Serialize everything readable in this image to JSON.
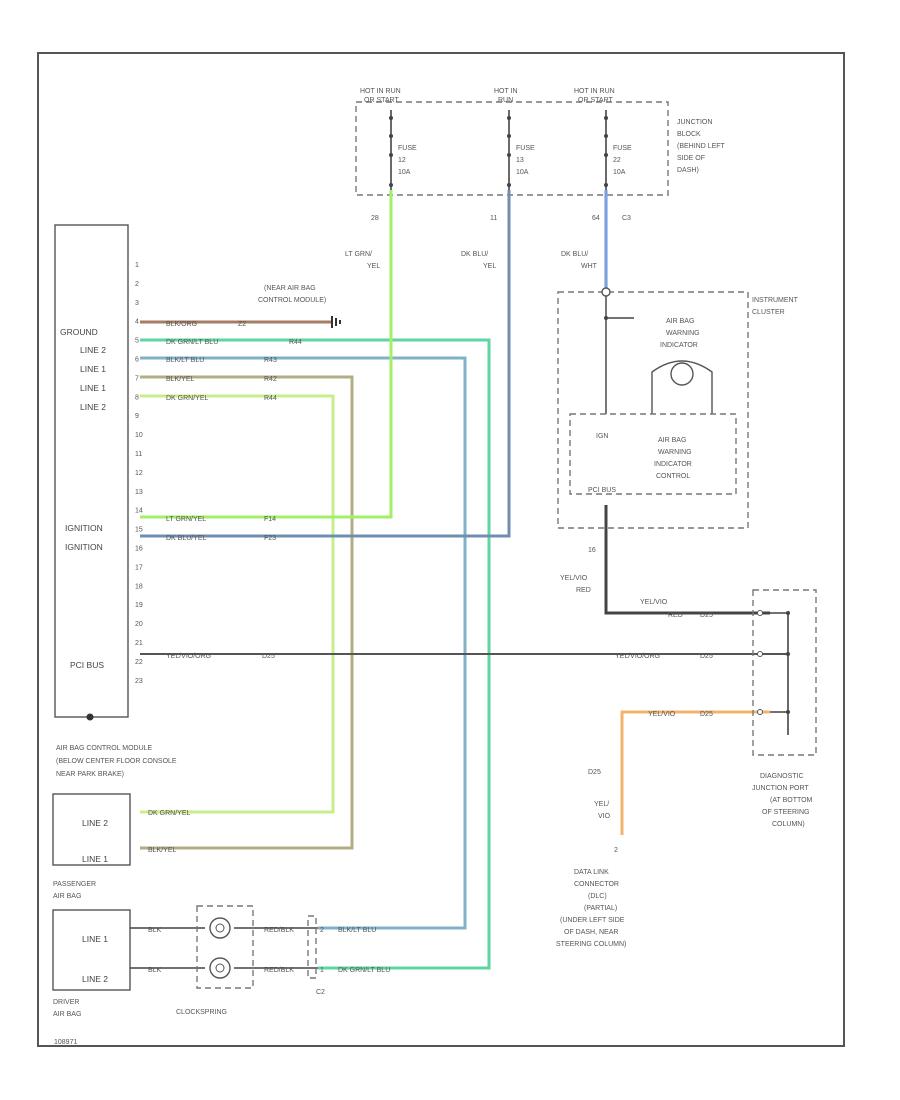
{
  "colors": {
    "wire_brown": "#a67c63",
    "wire_green_light": "#a3dd66",
    "wire_blue_teal": "#7fb2c8",
    "wire_olive": "#b3ad86",
    "wire_lime": "#cfee7a",
    "wire_green": "#5fd55f",
    "wire_steel": "#6f8fb0",
    "wire_blue": "#7f9fe0",
    "wire_dark": "#555555",
    "wire_orange": "#f2b46a",
    "frame": "#555555"
  },
  "junction_block": {
    "label": [
      "JUNCTION",
      "BLOCK",
      "(BEHIND LEFT",
      "SIDE OF",
      "DASH)"
    ],
    "fuses": [
      {
        "top": [
          "HOT IN RUN",
          "OR START"
        ],
        "label": [
          "FUSE",
          "12",
          "10A"
        ],
        "pin": "28",
        "wire": [
          "LT GRN/",
          "YEL"
        ]
      },
      {
        "top": [
          "HOT IN",
          "RUN"
        ],
        "label": [
          "FUSE",
          "13",
          "10A"
        ],
        "pin": "11",
        "wire": [
          "DK BLU/",
          "YEL"
        ]
      },
      {
        "top": [
          "HOT IN RUN",
          "OR START"
        ],
        "label": [
          "FUSE",
          "22",
          "10A"
        ],
        "pin": "64",
        "conn": "C3",
        "wire": [
          "DK BLU/",
          "WHT"
        ]
      }
    ]
  },
  "ground_note": [
    "(NEAR AIR BAG",
    "CONTROL MODULE)"
  ],
  "control_module": {
    "caption": [
      "AIR BAG CONTROL MODULE",
      "(BELOW CENTER FLOOR CONSOLE",
      "NEAR PARK BRAKE)"
    ],
    "pins": [
      "1",
      "2",
      "3",
      "4",
      "5",
      "6",
      "7",
      "8",
      "9",
      "10",
      "11",
      "12",
      "13",
      "14",
      "15",
      "16",
      "17",
      "18",
      "19",
      "20",
      "21",
      "22",
      "23"
    ],
    "functions": [
      {
        "pin": "4",
        "text": "GROUND"
      },
      {
        "pin": "5",
        "text": "LINE 2"
      },
      {
        "pin": "6",
        "text": "LINE 1"
      },
      {
        "pin": "7",
        "text": "LINE 1"
      },
      {
        "pin": "8",
        "text": "LINE 2"
      },
      {
        "pin": "14",
        "text": "IGNITION"
      },
      {
        "pin": "15",
        "text": "IGNITION"
      },
      {
        "pin": "21",
        "text": "PCI BUS"
      }
    ],
    "wires": [
      {
        "pin": "4",
        "color": "BLK/ORG",
        "circuit": "Z2"
      },
      {
        "pin": "5",
        "color": "DK GRN/LT BLU",
        "circuit": "R44"
      },
      {
        "pin": "6",
        "color": "BLK/LT BLU",
        "circuit": "R43"
      },
      {
        "pin": "7",
        "color": "BLK/YEL",
        "circuit": "R42"
      },
      {
        "pin": "8",
        "color": "DK GRN/YEL",
        "circuit": "R44"
      },
      {
        "pin": "14",
        "color": "LT GRN/YEL",
        "circuit": "F14"
      },
      {
        "pin": "15",
        "color": "DK BLU/YEL",
        "circuit": "F23"
      },
      {
        "pin": "21",
        "color": "YEL/VIO/ORG",
        "circuit": "D25"
      }
    ]
  },
  "passenger_airbag": {
    "caption": [
      "PASSENGER",
      "AIR BAG"
    ],
    "lines": [
      "LINE 2",
      "LINE 1"
    ],
    "wires": [
      "DK GRN/YEL",
      "BLK/YEL"
    ]
  },
  "driver_airbag": {
    "caption": [
      "DRIVER",
      "AIR BAG"
    ],
    "lines": [
      "LINE 1",
      "LINE 2"
    ],
    "stub": [
      "BLK",
      "BLK"
    ],
    "clockspring_out": [
      "RED/BLK",
      "RED/BLK"
    ],
    "pins": [
      "2",
      "1"
    ],
    "wires": [
      "BLK/LT BLU",
      "DK GRN/LT BLU"
    ],
    "conn": "C2"
  },
  "clockspring": "CLOCKSPRING",
  "instrument_cluster": {
    "label": [
      "INSTRUMENT",
      "CLUSTER"
    ],
    "lamp": [
      "AIR BAG",
      "WARNING",
      "INDICATOR"
    ],
    "control": [
      "AIR BAG",
      "WARNING",
      "INDICATOR",
      "CONTROL"
    ],
    "ign": "IGN",
    "pci": "PCI BUS",
    "pin": "16",
    "wire": [
      "YEL/VIO",
      "RED"
    ]
  },
  "diagnostic_port": {
    "label": [
      "DIAGNOSTIC",
      "JUNCTION PORT",
      "(AT BOTTOM",
      "OF STEERING",
      "COLUMN)"
    ],
    "rows": [
      {
        "text": "YEL/VIO",
        "sub": "RED",
        "circuit": "D25"
      },
      {
        "text": "YEL/VIO/ORG",
        "circuit": "D25"
      },
      {
        "text": "YEL/VIO",
        "circuit": "D25"
      }
    ]
  },
  "dlc": {
    "circuit": "D25",
    "wire": [
      "YEL/",
      "VIO"
    ],
    "pin": "2",
    "label": [
      "DATA LINK",
      "CONNECTOR",
      "(DLC)",
      "(PARTIAL)",
      "(UNDER LEFT SIDE",
      "OF DASH, NEAR",
      "STEERING COLUMN)"
    ]
  },
  "figure_id": "108971"
}
